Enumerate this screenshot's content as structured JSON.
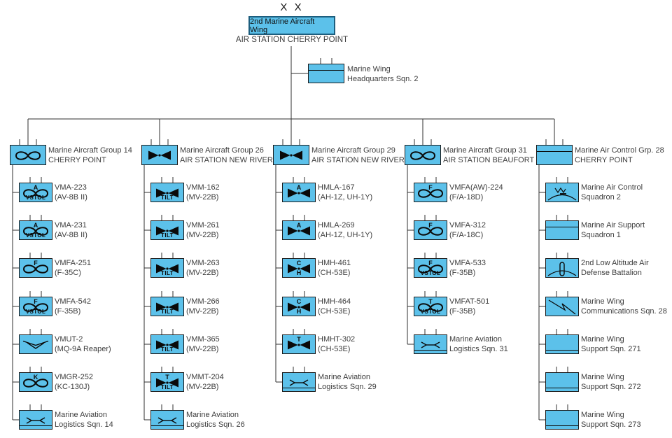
{
  "root": {
    "echelon": "X X",
    "name": "2nd Marine Aircraft Wing",
    "location": "AIR STATION CHERRY POINT"
  },
  "hq": {
    "lines": [
      "Marine Wing",
      "Headquarters Sqn. 2"
    ],
    "band": "top"
  },
  "groups": [
    {
      "name": "Marine Aircraft Group 14",
      "location": "CHERRY POINT",
      "icon": "fixed-wing",
      "children": [
        {
          "lines": [
            "VMA-223",
            "(AV-8B II)"
          ],
          "icon": "fixed-wing",
          "top_letter": "A",
          "modifier": "VSTOL"
        },
        {
          "lines": [
            "VMA-231",
            "(AV-8B II)"
          ],
          "icon": "fixed-wing",
          "top_letter": "A",
          "modifier": "VSTOL"
        },
        {
          "lines": [
            "VMFA-251",
            "(F-35C)"
          ],
          "icon": "fixed-wing",
          "top_letter": "F"
        },
        {
          "lines": [
            "VMFA-542",
            "(F-35B)"
          ],
          "icon": "fixed-wing",
          "top_letter": "F",
          "modifier": "VSTOL"
        },
        {
          "lines": [
            "VMUT-2",
            "(MQ-9A Reaper)"
          ],
          "icon": "uav"
        },
        {
          "lines": [
            "VMGR-252",
            "(KC-130J)"
          ],
          "icon": "fixed-wing",
          "top_letter": "K"
        },
        {
          "lines": [
            "Marine Aviation",
            "Logistics Sqn. 14"
          ],
          "icon": "mals",
          "band": "bottom"
        }
      ]
    },
    {
      "name": "Marine Aircraft Group 26",
      "location": "AIR STATION NEW RIVER",
      "icon": "rotary",
      "children": [
        {
          "lines": [
            "VMM-162",
            "(MV-22B)"
          ],
          "icon": "rotary",
          "modifier": "TILT"
        },
        {
          "lines": [
            "VMM-261",
            "(MV-22B)"
          ],
          "icon": "rotary",
          "modifier": "TILT"
        },
        {
          "lines": [
            "VMM-263",
            "(MV-22B)"
          ],
          "icon": "rotary",
          "modifier": "TILT"
        },
        {
          "lines": [
            "VMM-266",
            "(MV-22B)"
          ],
          "icon": "rotary",
          "modifier": "TILT"
        },
        {
          "lines": [
            "VMM-365",
            "(MV-22B)"
          ],
          "icon": "rotary",
          "modifier": "TILT"
        },
        {
          "lines": [
            "VMMT-204",
            "(MV-22B)"
          ],
          "icon": "rotary",
          "top_letter": "T",
          "modifier": "TILT"
        },
        {
          "lines": [
            "Marine Aviation",
            "Logistics Sqn. 26"
          ],
          "icon": "mals",
          "band": "bottom"
        }
      ]
    },
    {
      "name": "Marine Aircraft Group 29",
      "location": "AIR STATION NEW RIVER",
      "icon": "rotary",
      "children": [
        {
          "lines": [
            "HMLA-167",
            "(AH-1Z, UH-1Y)"
          ],
          "icon": "rotary",
          "top_letter": "A"
        },
        {
          "lines": [
            "HMLA-269",
            "(AH-1Z, UH-1Y)"
          ],
          "icon": "rotary",
          "top_letter": "A"
        },
        {
          "lines": [
            "HMH-461",
            "(CH-53E)"
          ],
          "icon": "rotary",
          "top_letter": "C",
          "bottom_letter": "H"
        },
        {
          "lines": [
            "HMH-464",
            "(CH-53E)"
          ],
          "icon": "rotary",
          "top_letter": "C",
          "bottom_letter": "H"
        },
        {
          "lines": [
            "HMHT-302",
            "(CH-53E)"
          ],
          "icon": "rotary",
          "top_letter": "T"
        },
        {
          "lines": [
            "Marine Aviation",
            "Logistics Sqn. 29"
          ],
          "icon": "mals",
          "band": "bottom"
        }
      ]
    },
    {
      "name": "Marine Aircraft Group 31",
      "location": "AIR STATION BEAUFORT",
      "icon": "fixed-wing",
      "children": [
        {
          "lines": [
            "VMFA(AW)-224",
            "(F/A-18D)"
          ],
          "icon": "fixed-wing",
          "top_letter": "F"
        },
        {
          "lines": [
            "VMFA-312",
            "(F/A-18C)"
          ],
          "icon": "fixed-wing",
          "top_letter": "F"
        },
        {
          "lines": [
            "VMFA-533",
            "(F-35B)"
          ],
          "icon": "fixed-wing",
          "top_letter": "F",
          "modifier": "VSTOL"
        },
        {
          "lines": [
            "VMFAT-501",
            "(F-35B)"
          ],
          "icon": "fixed-wing",
          "top_letter": "T",
          "modifier": "VSTOL"
        },
        {
          "lines": [
            "Marine Aviation",
            "Logistics Sqn. 31"
          ],
          "icon": "mals",
          "band": "bottom"
        }
      ]
    },
    {
      "name": "Marine Air Control Grp. 28",
      "location": "CHERRY POINT",
      "band": "top",
      "children": [
        {
          "lines": [
            "Marine Air Control",
            "Squadron 2"
          ],
          "icon": "air-control"
        },
        {
          "lines": [
            "Marine Air Support",
            "Squadron 1"
          ],
          "band": "top"
        },
        {
          "lines": [
            "2nd Low Altitude Air",
            "Defense Battalion"
          ],
          "icon": "air-defense"
        },
        {
          "lines": [
            "Marine Wing",
            "Communications Sqn. 28"
          ],
          "icon": "communications"
        },
        {
          "lines": [
            "Marine Wing",
            "Support Sqn. 271"
          ],
          "band": "bottom"
        },
        {
          "lines": [
            "Marine Wing",
            "Support Sqn. 272"
          ],
          "band": "bottom"
        },
        {
          "lines": [
            "Marine Wing",
            "Support Sqn. 273"
          ],
          "band": "bottom"
        }
      ]
    }
  ],
  "colors": {
    "box_fill": "#5cc1ea",
    "box_border": "#1b1b1b",
    "wing_border": "#1d5e7e",
    "connector": "#2f2f2f",
    "text": "#3d3d3d",
    "icon_ink": "#0a0a0a"
  }
}
